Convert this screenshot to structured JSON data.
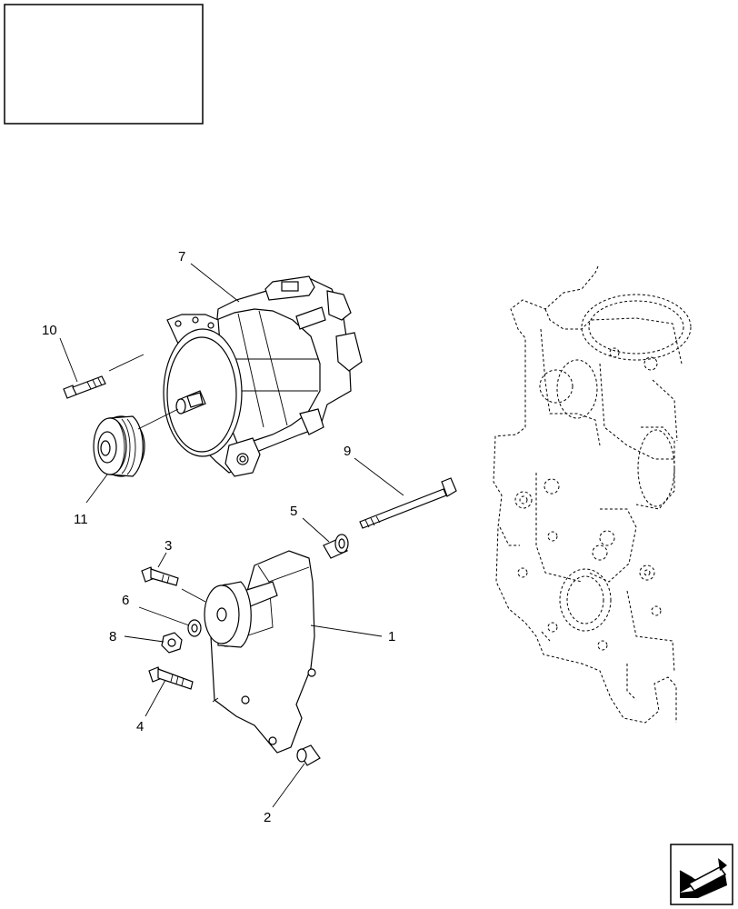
{
  "title_block": {
    "text": ""
  },
  "callouts": [
    {
      "id": "7",
      "label": "7"
    },
    {
      "id": "10",
      "label": "10"
    },
    {
      "id": "11",
      "label": "11"
    },
    {
      "id": "9",
      "label": "9"
    },
    {
      "id": "5",
      "label": "5"
    },
    {
      "id": "3",
      "label": "3"
    },
    {
      "id": "6",
      "label": "6"
    },
    {
      "id": "8",
      "label": "8"
    },
    {
      "id": "1",
      "label": "1"
    },
    {
      "id": "4",
      "label": "4"
    },
    {
      "id": "2",
      "label": "2"
    }
  ],
  "icons": {
    "next_page": "next-page-arrow-icon"
  }
}
